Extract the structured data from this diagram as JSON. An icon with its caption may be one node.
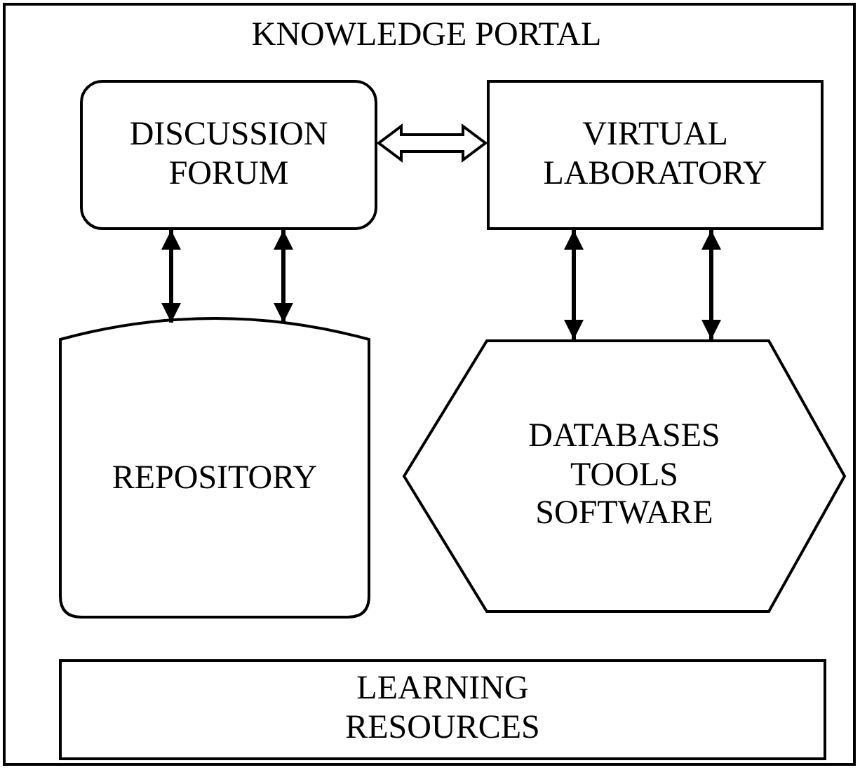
{
  "diagram": {
    "nodes": [
      {
        "text": [
          "KNOWLEDGE PORTAL"
        ]
      },
      {
        "text": [
          "DISCUSSION FORUM"
        ],
        "in": 0
      },
      {
        "text": [
          "VIRTUAL LABORATORY"
        ],
        "in": 0
      },
      {
        "text": [
          "REPOSITORY"
        ],
        "in": 0
      },
      {
        "text": [
          "DATABASES TOOLS SOFTWARE"
        ],
        "in": 0
      },
      {
        "text": [
          "LEARNING RESOURCES"
        ],
        "in": 0
      }
    ],
    "edges": [
      {
        "from": 1,
        "to": 2,
        "arrow": "both",
        "style": "thick"
      },
      {
        "from": 1,
        "to": 3,
        "arrow": "both"
      },
      {
        "from": 1,
        "to": 3,
        "arrow": "both"
      },
      {
        "from": 2,
        "to": 4,
        "arrow": "both"
      },
      {
        "from": 2,
        "to": 4,
        "arrow": "both"
      }
    ]
  }
}
